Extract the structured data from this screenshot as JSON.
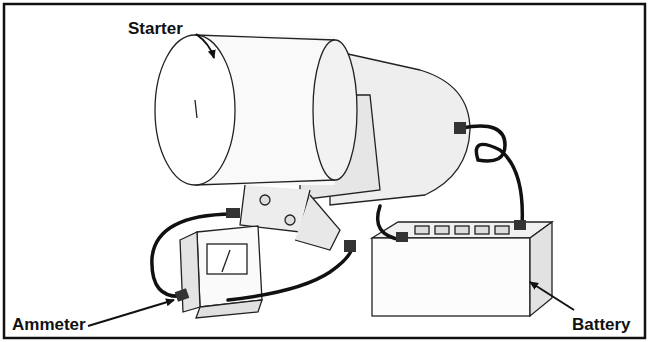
{
  "diagram": {
    "labels": [
      "Starter",
      "Ammeter",
      "Battery"
    ]
  }
}
